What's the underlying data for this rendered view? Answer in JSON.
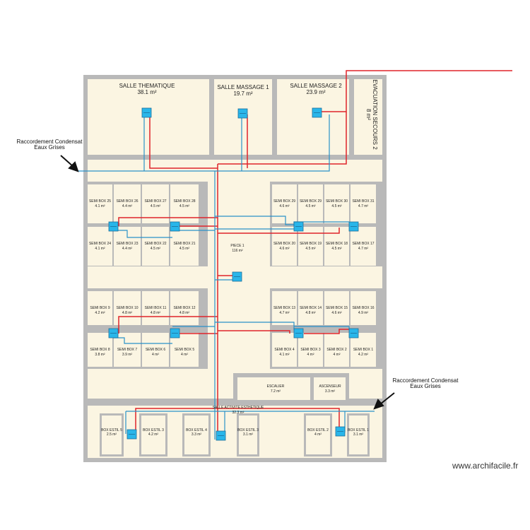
{
  "colors": {
    "wall": "#b9b9b9",
    "floor": "#fbf5e2",
    "water_line": "#2a92c9",
    "hot_line": "#e0242a",
    "unit": "#29b6ea"
  },
  "watermark": "www.archifacile.fr",
  "annotations": {
    "condensate_left": [
      "Raccordement Condensat",
      "Eaux Grises"
    ],
    "condensate_right": [
      "Raccordement Condensat",
      "Eaux Grises"
    ]
  },
  "rooms": {
    "salle_thematique": {
      "name": "SALLE THEMATIQUE",
      "area": "38.1 m²"
    },
    "salle_massage_1": {
      "name": "SALLE MASSAGE 1",
      "area": "19.7 m²"
    },
    "salle_massage_2": {
      "name": "SALLE MASSAGE 2",
      "area": "23.9 m²"
    },
    "evacuation": {
      "name": "EVACUATION SECOURS 2",
      "area": "8 m²"
    },
    "piece_1": {
      "name": "PIECE 1",
      "area": "116 m²"
    },
    "escalier": {
      "name": "ESCALIER",
      "area": "7.2 m²"
    },
    "ascenseur": {
      "name": "ASCENSEUR",
      "area": "3.3 m²"
    },
    "salle_activite": {
      "name": "SALLE ACTIVITE ESTHETIQUE",
      "area": "32.3 m²"
    }
  },
  "semi_boxes": [
    {
      "name": "SEMI BOX 25",
      "area": "4.1 m²"
    },
    {
      "name": "SEMI BOX 26",
      "area": "4.4 m²"
    },
    {
      "name": "SEMI BOX 27",
      "area": "4.5 m²"
    },
    {
      "name": "SEMI BOX 28",
      "area": "4.5 m²"
    },
    {
      "name": "SEMI BOX 24",
      "area": "4.1 m²"
    },
    {
      "name": "SEMI BOX 23",
      "area": "4.4 m²"
    },
    {
      "name": "SEMI BOX 22",
      "area": "4.5 m²"
    },
    {
      "name": "SEMI BOX 21",
      "area": "4.5 m²"
    },
    {
      "name": "SEMI BOX 29",
      "area": "4.6 m²"
    },
    {
      "name": "SEMI BOX 29",
      "area": "4.5 m²"
    },
    {
      "name": "SEMI BOX 30",
      "area": "4.5 m²"
    },
    {
      "name": "SEMI BOX 31",
      "area": "4.7 m²"
    },
    {
      "name": "SEMI BOX 20",
      "area": "4.6 m²"
    },
    {
      "name": "SEMI BOX 19",
      "area": "4.5 m²"
    },
    {
      "name": "SEMI BOX 18",
      "area": "4.5 m²"
    },
    {
      "name": "SEMI BOX 17",
      "area": "4.7 m²"
    },
    {
      "name": "SEMI BOX 9",
      "area": "4.2 m²"
    },
    {
      "name": "SEMI BOX 10",
      "area": "4.8 m²"
    },
    {
      "name": "SEMI BOX 11",
      "area": "4.8 m²"
    },
    {
      "name": "SEMI BOX 12",
      "area": "4.8 m²"
    },
    {
      "name": "SEMI BOX 8",
      "area": "3.8 m²"
    },
    {
      "name": "SEMI BOX 7",
      "area": "3.9 m²"
    },
    {
      "name": "SEMI BOX 6",
      "area": "4 m²"
    },
    {
      "name": "SEMI BOX 5",
      "area": "4 m²"
    },
    {
      "name": "SEMI BOX 13",
      "area": "4.7 m²"
    },
    {
      "name": "SEMI BOX 14",
      "area": "4.8 m²"
    },
    {
      "name": "SEMI BOX 15",
      "area": "4.6 m²"
    },
    {
      "name": "SEMI BOX 16",
      "area": "4.9 m²"
    },
    {
      "name": "SEMI BOX 4",
      "area": "4.1 m²"
    },
    {
      "name": "SEMI BOX 3",
      "area": "4 m²"
    },
    {
      "name": "SEMI BOX 2",
      "area": "4 m²"
    },
    {
      "name": "SEMI BOX 1",
      "area": "4.2 m²"
    }
  ],
  "estil_boxes": [
    {
      "name": "BOX ESTIL 5",
      "area": "2.5 m²"
    },
    {
      "name": "BOX ESTIL 3",
      "area": "4.2 m²"
    },
    {
      "name": "BOX ESTIL 4",
      "area": "3.3 m²"
    },
    {
      "name": "BOX ESTIL 3",
      "area": "3.1 m²"
    },
    {
      "name": "BOX ESTIL 2",
      "area": "4 m²"
    },
    {
      "name": "BOX ESTIL 1",
      "area": "3.1 m²"
    }
  ]
}
